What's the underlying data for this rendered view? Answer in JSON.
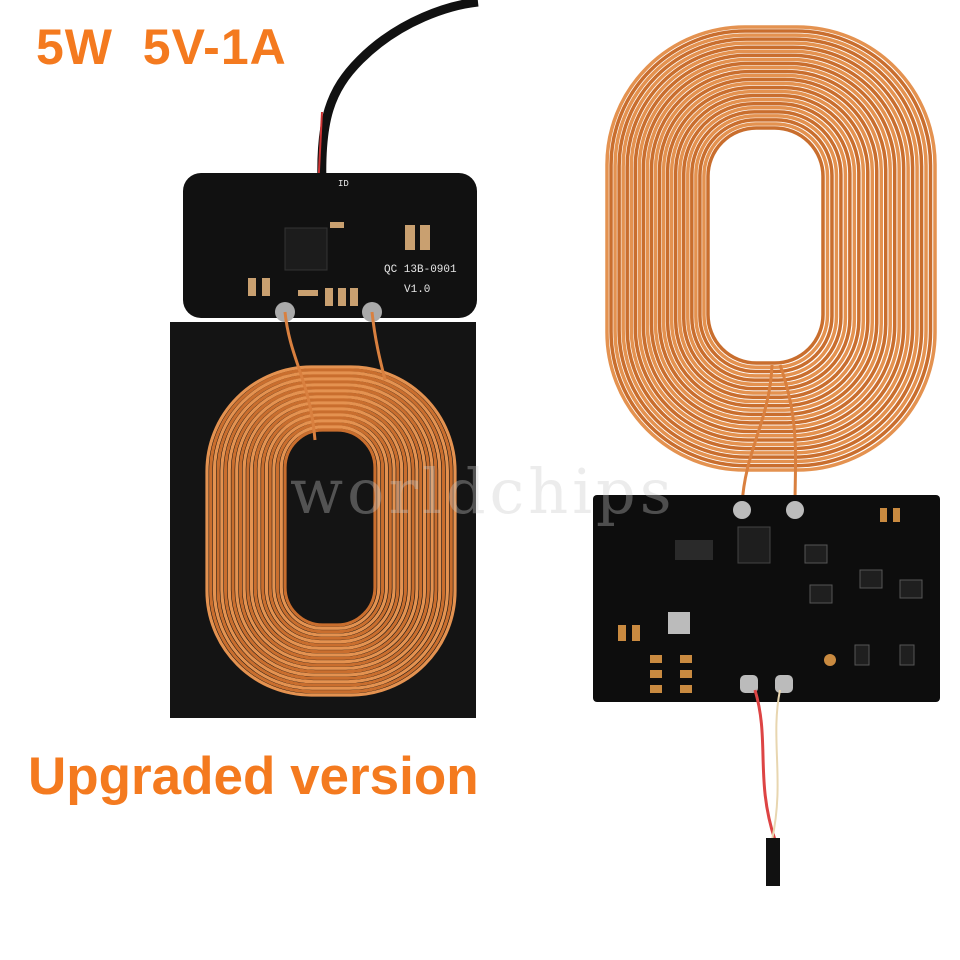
{
  "headline": "5W  5V-1A",
  "subtitle": "Upgraded version",
  "watermark": "worldchips",
  "left_module": {
    "pcb_model": "QC 13B-0901",
    "pcb_version": "V1.0",
    "pin_label": "ID"
  },
  "colors": {
    "text_orange": "#f47a1f",
    "coil_copper": "#d9803f",
    "pcb_black": "#111111"
  }
}
